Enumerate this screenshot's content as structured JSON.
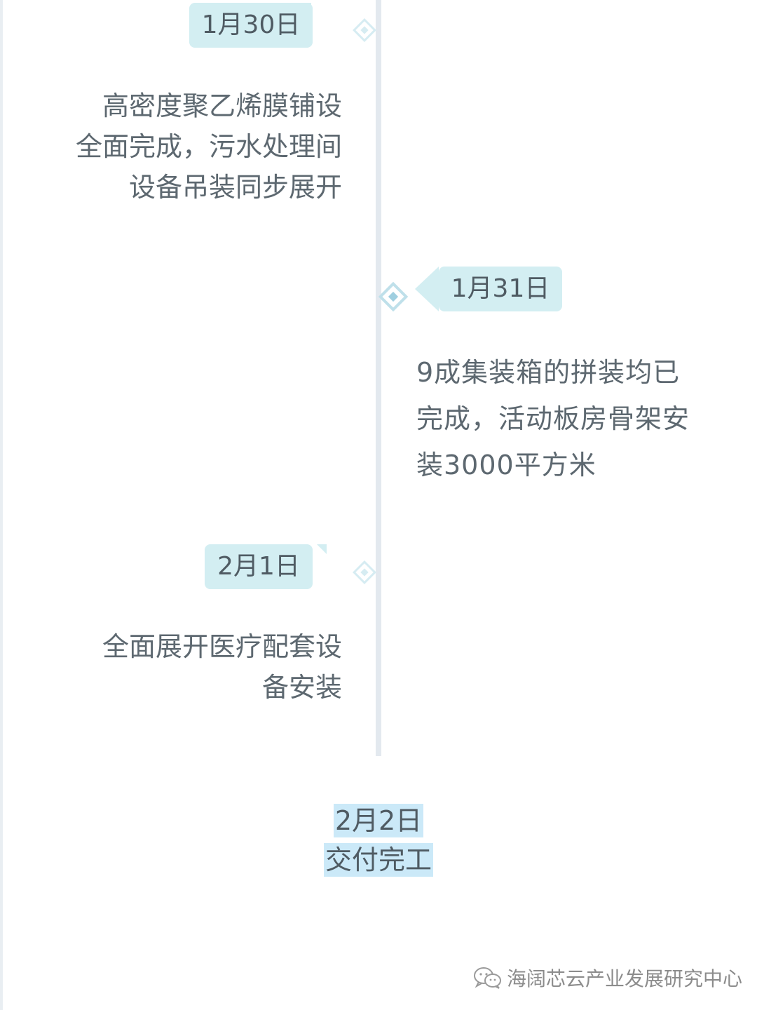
{
  "timeline": {
    "entries": [
      {
        "date": "1月30日",
        "lines": [
          "高密度聚乙烯膜铺设",
          "全面完成，污水处理间",
          "设备吊装同步展开"
        ]
      },
      {
        "date": "1月31日",
        "lines": [
          "9成集装箱的拼装均已",
          "完成，活动板房骨架安",
          "装3000平方米"
        ]
      },
      {
        "date": "2月1日",
        "lines": [
          "全面展开医疗配套设",
          "备安装"
        ]
      }
    ],
    "final": {
      "date": "2月2日",
      "text": "交付完工"
    }
  },
  "watermark": {
    "text": "海阔芯云产业发展研究中心",
    "icon": "wechat-icon"
  },
  "colors": {
    "tag_bg": "#d3eef2",
    "highlight": "#cbe9f8",
    "line": "#e3e9ef"
  }
}
